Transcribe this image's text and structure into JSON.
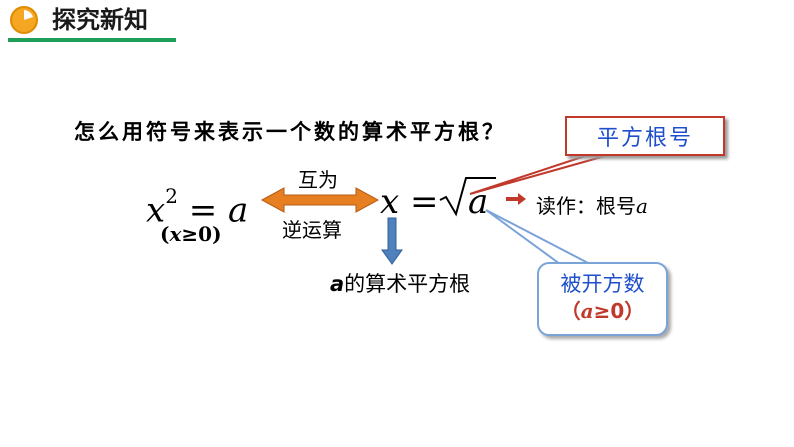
{
  "header": {
    "title": "探究新知"
  },
  "main": {
    "question": "怎么用符号来表示一个数的算术平方根？",
    "equation_left": {
      "base": "x",
      "exponent": "2",
      "equals": "=",
      "rhs": "a"
    },
    "condition_left": {
      "open": "(",
      "var": "x",
      "rest": "≥0)"
    },
    "arrow_top_label": "互为",
    "arrow_bottom_label": "逆运算",
    "equation_right": {
      "lhs": "x",
      "equals": "=",
      "radicand": "a"
    },
    "read_as": {
      "label": "读作：根号",
      "var": "a"
    },
    "arith_root": {
      "var": "a",
      "text": "的算术平方根"
    }
  },
  "callouts": {
    "radical_sign": "平方根号",
    "radicand": {
      "title": "被开方数",
      "open": "（",
      "var": "a",
      "rest": "≥0）"
    }
  },
  "colors": {
    "accent_green": "#1f9e57",
    "callout_red": "#c0392b",
    "callout_blue_text": "#1f4fcc",
    "arrow_orange": "#e67e22",
    "down_arrow_blue": "#4f81bd"
  }
}
